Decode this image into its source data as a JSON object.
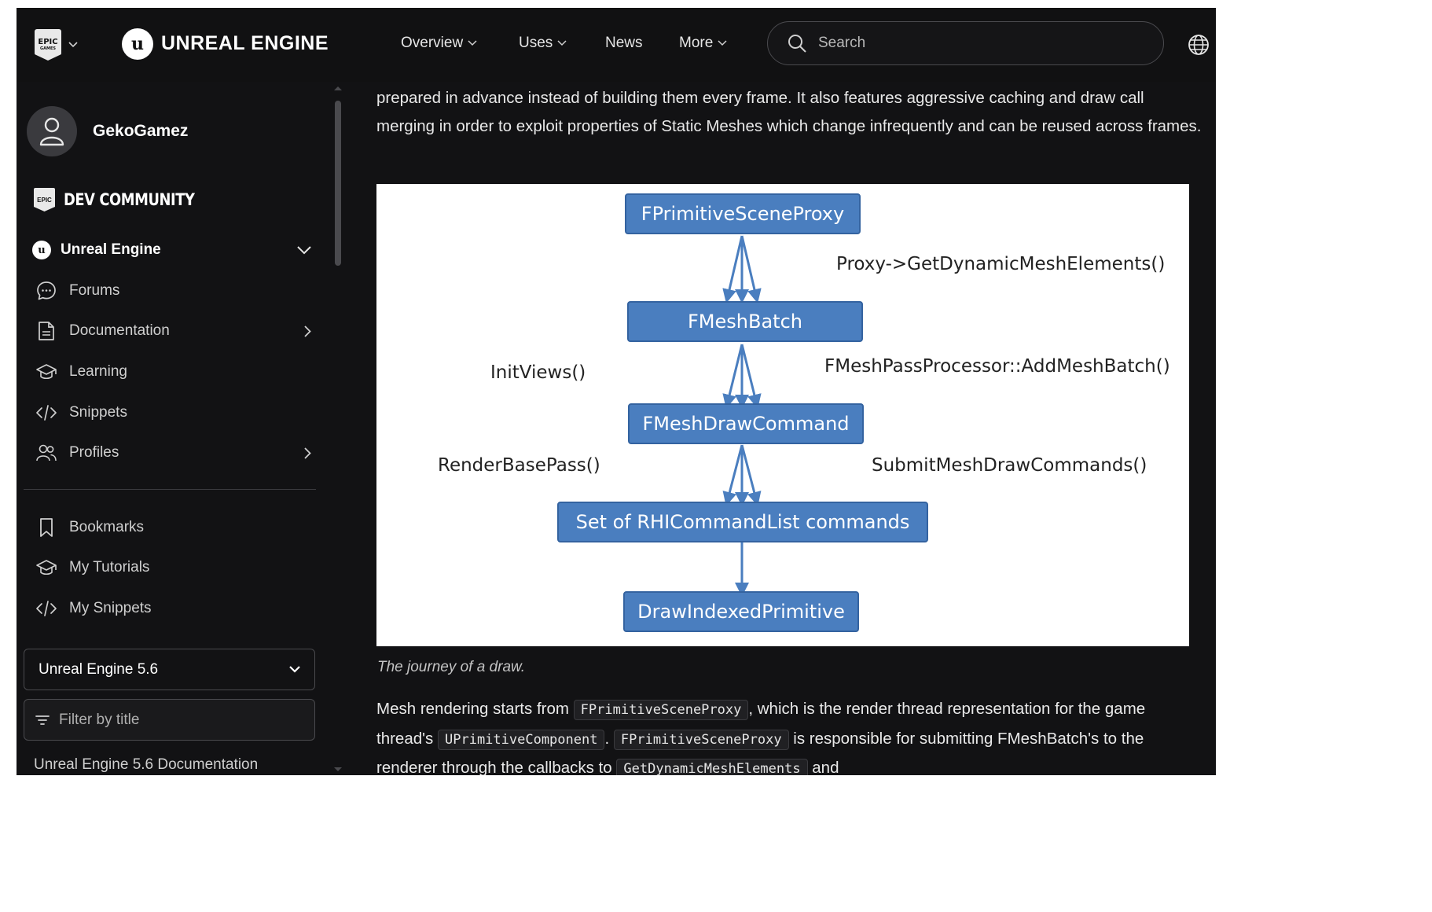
{
  "header": {
    "epic_logo_text": "EPIC",
    "epic_logo_sub": "GAMES",
    "ue_logo_letter": "u",
    "brand": "UNREAL ENGINE",
    "nav": [
      {
        "label": "Overview",
        "dropdown": true
      },
      {
        "label": "Uses",
        "dropdown": true
      },
      {
        "label": "News",
        "dropdown": false
      },
      {
        "label": "More",
        "dropdown": true
      }
    ],
    "search_placeholder": "Search"
  },
  "sidebar": {
    "username": "GekoGamez",
    "dev_logo_text": "EPIC",
    "dev_community": "DEV COMMUNITY",
    "section": "Unreal Engine",
    "section_logo_letter": "u",
    "items": [
      {
        "label": "Forums",
        "icon": "chat-bubble-icon"
      },
      {
        "label": "Documentation",
        "icon": "document-icon"
      },
      {
        "label": "Learning",
        "icon": "graduation-cap-icon"
      },
      {
        "label": "Snippets",
        "icon": "code-icon"
      },
      {
        "label": "Profiles",
        "icon": "users-icon"
      }
    ],
    "personal": [
      {
        "label": "Bookmarks",
        "icon": "bookmark-icon"
      },
      {
        "label": "My Tutorials",
        "icon": "graduation-cap-icon"
      },
      {
        "label": "My Snippets",
        "icon": "code-icon"
      }
    ],
    "version": "Unreal Engine 5.6",
    "filter_placeholder": "Filter by title",
    "doc_link": "Unreal Engine 5.6 Documentation"
  },
  "content": {
    "intro": "prepared in advance instead of building them every frame. It also features aggressive caching and draw call merging in order to exploit properties of Static Meshes which change infrequently and can be reused across frames.",
    "diagram": {
      "boxes": [
        "FPrimitiveSceneProxy",
        "FMeshBatch",
        "FMeshDrawCommand",
        "Set of RHICommandList commands",
        "DrawIndexedPrimitive"
      ],
      "labels": {
        "proxy": "Proxy->GetDynamicMeshElements()",
        "init_views": "InitViews()",
        "add_mesh_batch": "FMeshPassProcessor::AddMeshBatch()",
        "render_base_pass": "RenderBasePass()",
        "submit": "SubmitMeshDrawCommands()"
      }
    },
    "caption": "The journey of a draw.",
    "para2": {
      "t1": "Mesh rendering starts from ",
      "c1": "FPrimitiveSceneProxy",
      "t2": ", which is the render thread representation for the game thread's ",
      "c2": "UPrimitiveComponent",
      "t3": ". ",
      "c3": "FPrimitiveSceneProxy",
      "t4": " is responsible for submitting FMeshBatch's to the renderer through the callbacks to ",
      "c4": "GetDynamicMeshElements",
      "t5": " and"
    }
  },
  "colors": {
    "page_bg": "#121214",
    "diagram_box": "#4a7ebf",
    "diagram_box_border": "#3463a0",
    "arrow": "#4a7ebf"
  }
}
